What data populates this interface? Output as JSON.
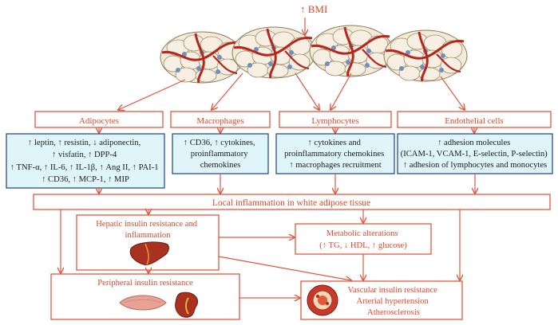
{
  "header": {
    "bmi": "↑ BMI"
  },
  "colors": {
    "accent": "#e0573f",
    "info_box_fill": "#dff5fa",
    "info_box_border": "#1b3f8a"
  },
  "cells": {
    "adipocytes": {
      "title": "Adipocytes",
      "lines": [
        "↑ leptin, ↑ resistin, ↓ adiponectin,",
        "↑ visfatin, ↑ DPP-4",
        "↑ TNF-α, ↑ IL-6, ↑ IL-1β, ↑ Ang II, ↑ PAI-1",
        "↑ CD36, ↑ MCP-1, ↑ MIP"
      ]
    },
    "macrophages": {
      "title": "Macrophages",
      "lines": [
        "↑ CD36, ↑ cytokines,",
        "proinflammatory",
        "chemokines"
      ]
    },
    "lymphocytes": {
      "title": "Lymphocytes",
      "lines": [
        "↑ cytokines and",
        "proinflammatory chemokines",
        "↑ macrophages recruitment"
      ]
    },
    "endothelial": {
      "title": "Endothelial cells",
      "lines": [
        "↑ adhesion molecules",
        "(ICAM-1, VCAM-1, E-selectin, P-selectin)",
        "↑ adhesion of lymphocytes and monocytes"
      ]
    }
  },
  "local_inflammation": "Local inflammation in white adipose tissue",
  "hepatic": {
    "lines": [
      "Hepatic insulin resistance and",
      "inflammation"
    ],
    "icon": "liver-icon"
  },
  "metabolic": {
    "lines": [
      "Metabolic alterations",
      "(↑ TG, ↓ HDL, ↑ glucose)"
    ]
  },
  "peripheral": {
    "label": "Peripheral insulin resistance",
    "icons": [
      "muscle-icon",
      "kidney-icon"
    ]
  },
  "vascular": {
    "lines": [
      "Vascular insulin resistance",
      "Arterial hypertension",
      "Atherosclerosis"
    ],
    "icon": "artery-cross-section-icon"
  }
}
